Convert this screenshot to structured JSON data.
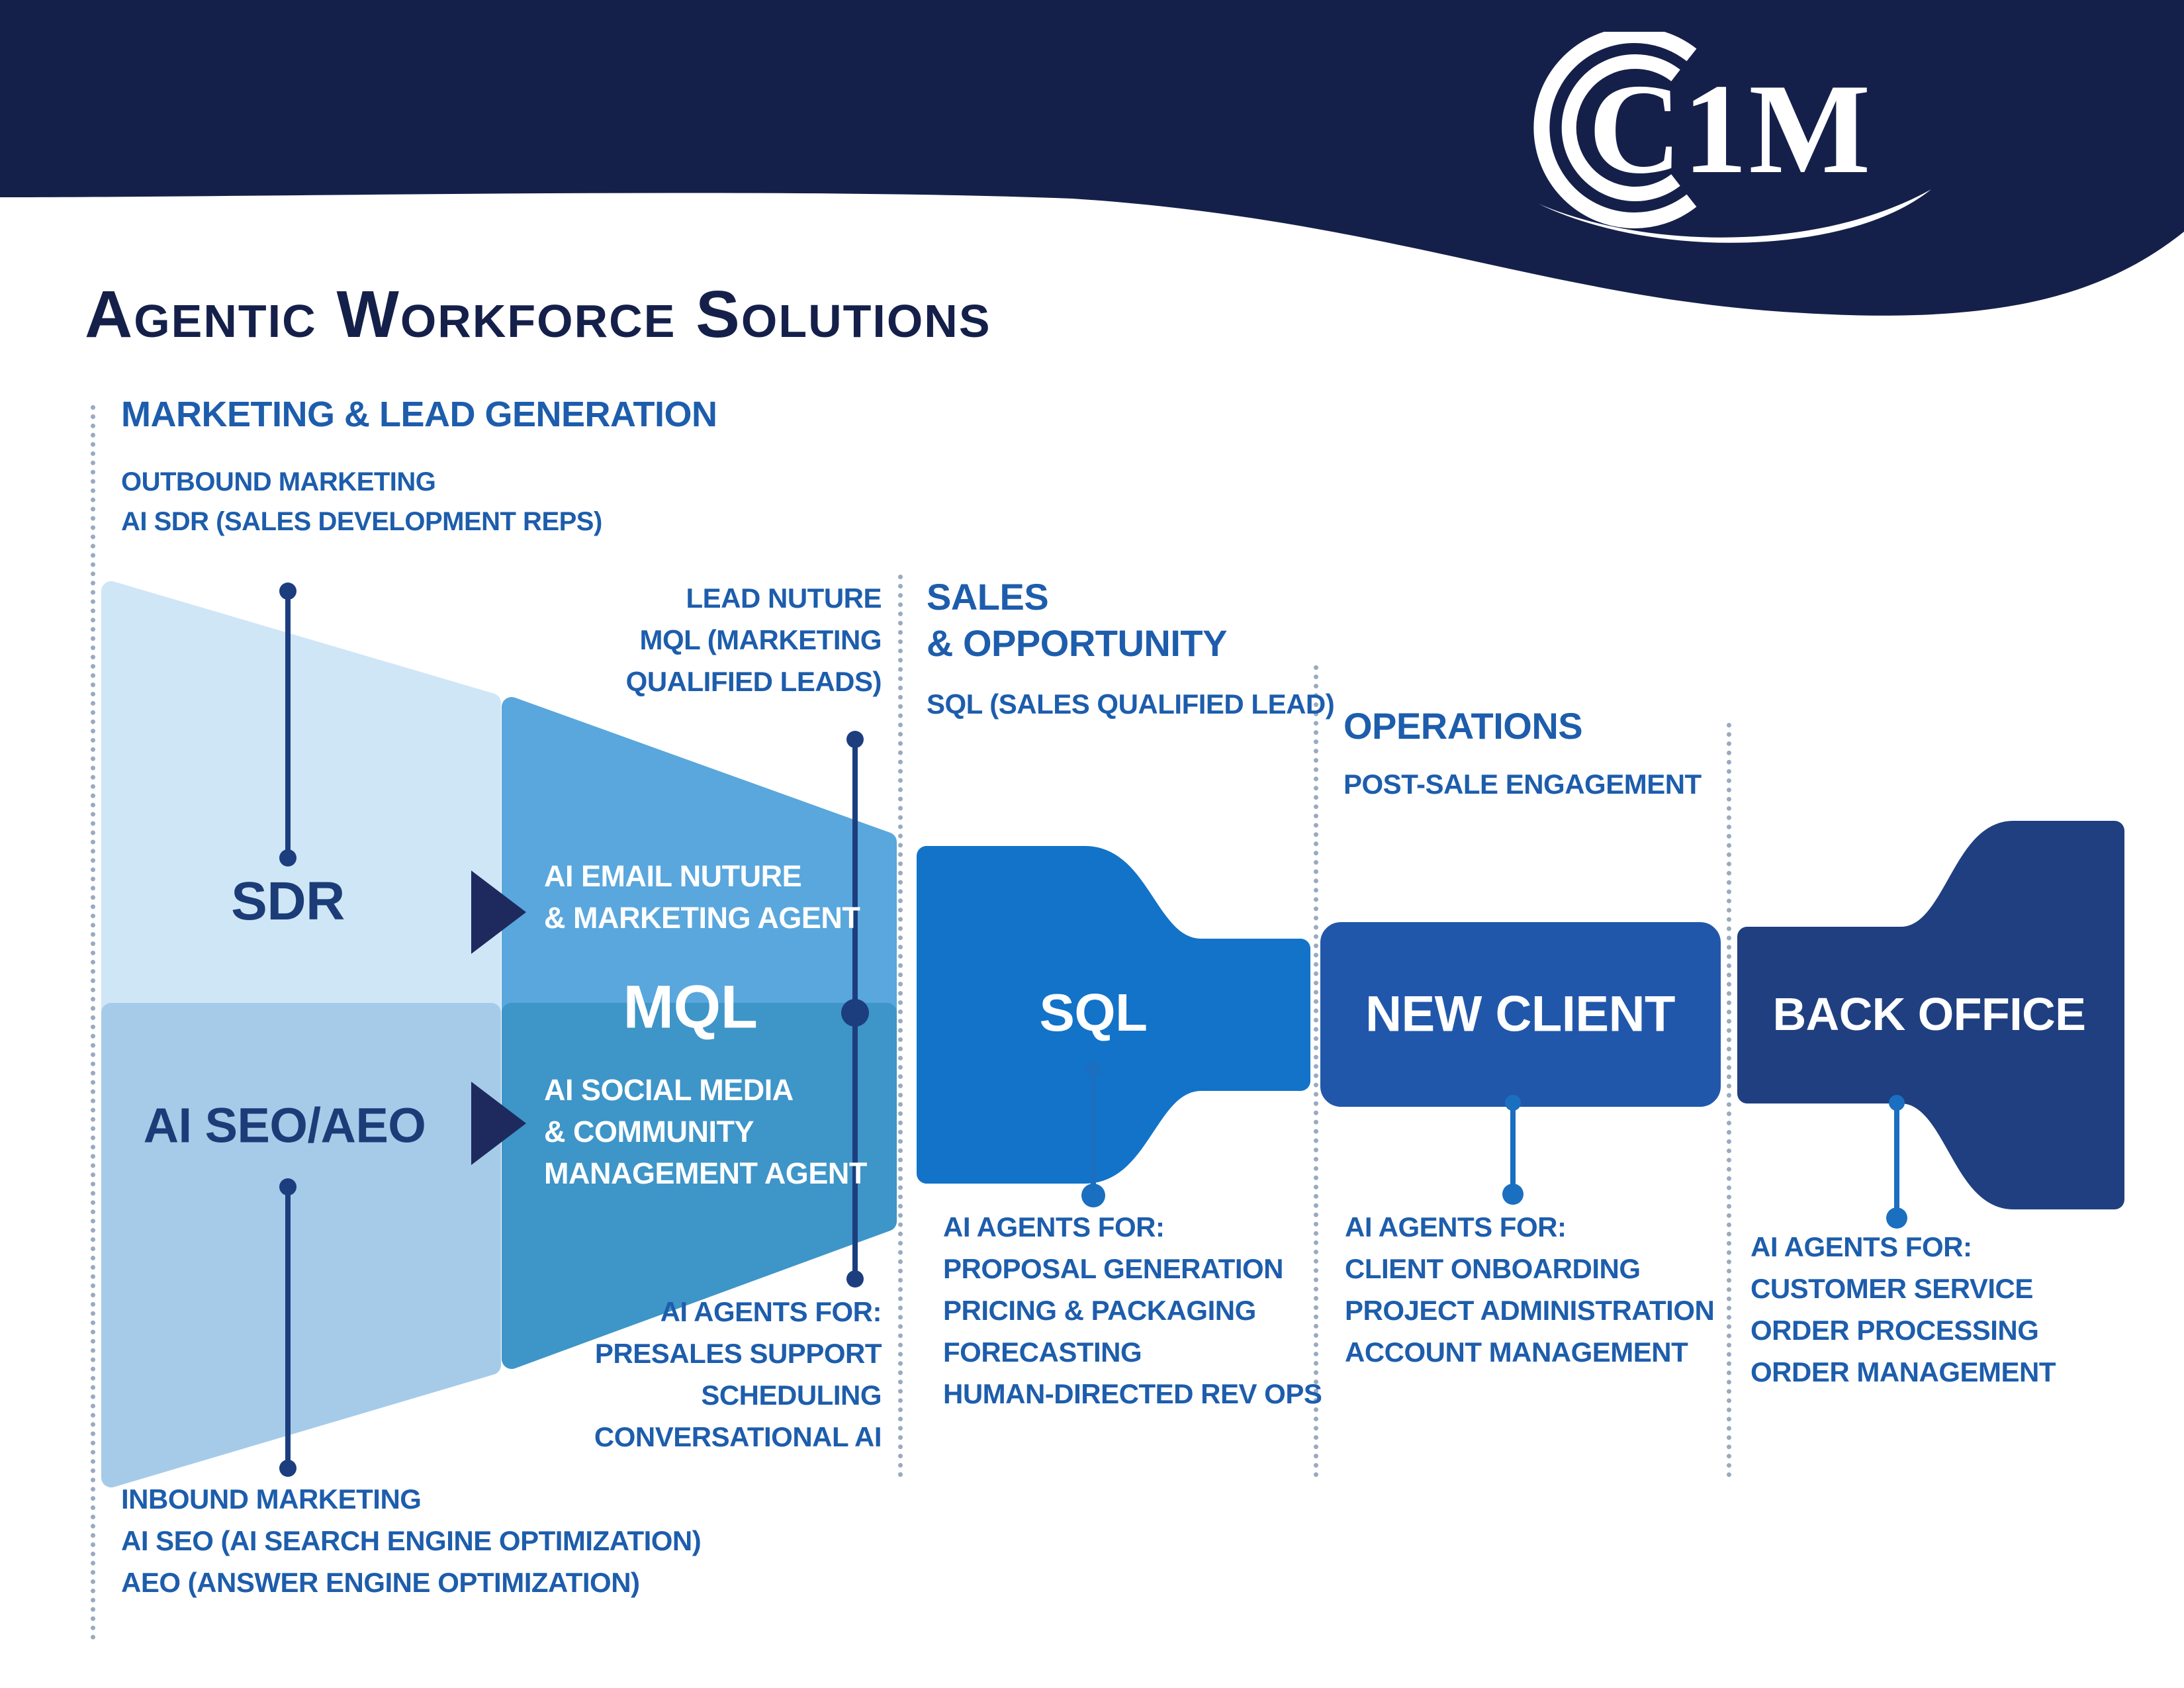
{
  "logo": {
    "text": "C1M"
  },
  "title": "Agentic Workforce Solutions",
  "sections": {
    "marketing": {
      "heading": "MARKETING & LEAD GENERATION",
      "subheading": "OUTBOUND MARKETING",
      "detail": "AI SDR (SALES DEVELOPMENT REPS)"
    },
    "sales": {
      "heading": "SALES\n& OPPORTUNITY",
      "detail": "SQL (SALES QUALIFIED LEAD)"
    },
    "operations": {
      "heading": "OPERATIONS",
      "detail": "POST-SALE ENGAGEMENT"
    }
  },
  "annotations": {
    "lead_nurture_heading": "LEAD NUTURE",
    "lead_nurture_detail": "MQL (MARKETING\nQUALIFIED LEADS)",
    "inbound_heading": "INBOUND MARKETING",
    "inbound_line1": "AI SEO (AI SEARCH ENGINE OPTIMIZATION)",
    "inbound_line2": "AEO (ANSWER ENGINE OPTIMIZATION)"
  },
  "funnel": {
    "sdr": {
      "label": "SDR"
    },
    "seo": {
      "label": "AI SEO/AEO"
    },
    "mql": {
      "label": "MQL",
      "top_text": "AI EMAIL NUTURE\n& MARKETING AGENT",
      "bottom_text": "AI SOCIAL MEDIA\n& COMMUNITY\nMANAGEMENT AGENT"
    },
    "sql": {
      "label": "SQL"
    },
    "new_client": {
      "label": "NEW CLIENT"
    },
    "back_office": {
      "label": "BACK OFFICE"
    }
  },
  "agent_blocks": {
    "presales": {
      "heading": "AI AGENTS FOR:",
      "items": [
        "PRESALES SUPPORT",
        "SCHEDULING",
        "CONVERSATIONAL AI"
      ]
    },
    "sales_ops": {
      "heading": "AI AGENTS FOR:",
      "items": [
        "PROPOSAL GENERATION",
        "PRICING & PACKAGING",
        "FORECASTING",
        "HUMAN-DIRECTED REV OPS"
      ]
    },
    "operations": {
      "heading": "AI AGENTS FOR:",
      "items": [
        "CLIENT ONBOARDING",
        "PROJECT ADMINISTRATION",
        "ACCOUNT MANAGEMENT"
      ]
    },
    "back_office": {
      "heading": "AI AGENTS FOR:",
      "items": [
        "CUSTOMER SERVICE",
        "ORDER PROCESSING",
        "ORDER MANAGEMENT"
      ]
    }
  },
  "colors": {
    "banner_navy": "#15204a",
    "blue_text": "#1d5dac",
    "sdr_fill": "#cfe6f7",
    "seo_fill": "#a5cbe9",
    "mql_top_fill": "#59a7dd",
    "mql_bottom_fill": "#3e95c8",
    "sql_fill": "#1273c9",
    "new_client_fill": "#2157ab",
    "back_office_fill": "#1f3f80",
    "connector_navy": "#1c3e7e",
    "connector_blue": "#1a6fc0"
  }
}
